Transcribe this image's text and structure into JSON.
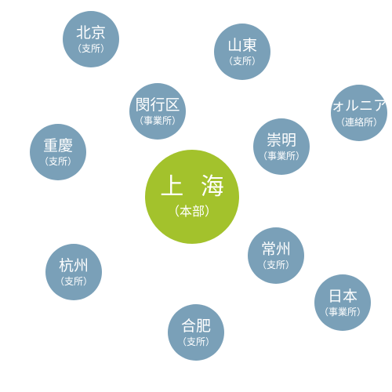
{
  "colors": {
    "branch_fill": "#7aa0b8",
    "hq_fill": "#a3c22c",
    "text": "#ffffff"
  },
  "headquarters": {
    "name": "上 海",
    "type": "（本部）"
  },
  "offices": [
    {
      "id": "beijing",
      "name": "北京",
      "type": "（支所）"
    },
    {
      "id": "shandong",
      "name": "山東",
      "type": "（支所）"
    },
    {
      "id": "minhang",
      "name": "閔行区",
      "type": "（事業所）"
    },
    {
      "id": "california",
      "name": "ォルニア",
      "type": "（連絡所）"
    },
    {
      "id": "chongqing",
      "name": "重慶",
      "type": "（支所）"
    },
    {
      "id": "chongming",
      "name": "崇明",
      "type": "（事業所）"
    },
    {
      "id": "changzhou",
      "name": "常州",
      "type": "（支所）"
    },
    {
      "id": "hangzhou",
      "name": "杭州",
      "type": "（支所）"
    },
    {
      "id": "japan",
      "name": "日本",
      "type": "（事業所）"
    },
    {
      "id": "hefei",
      "name": "合肥",
      "type": "（支所）"
    }
  ]
}
